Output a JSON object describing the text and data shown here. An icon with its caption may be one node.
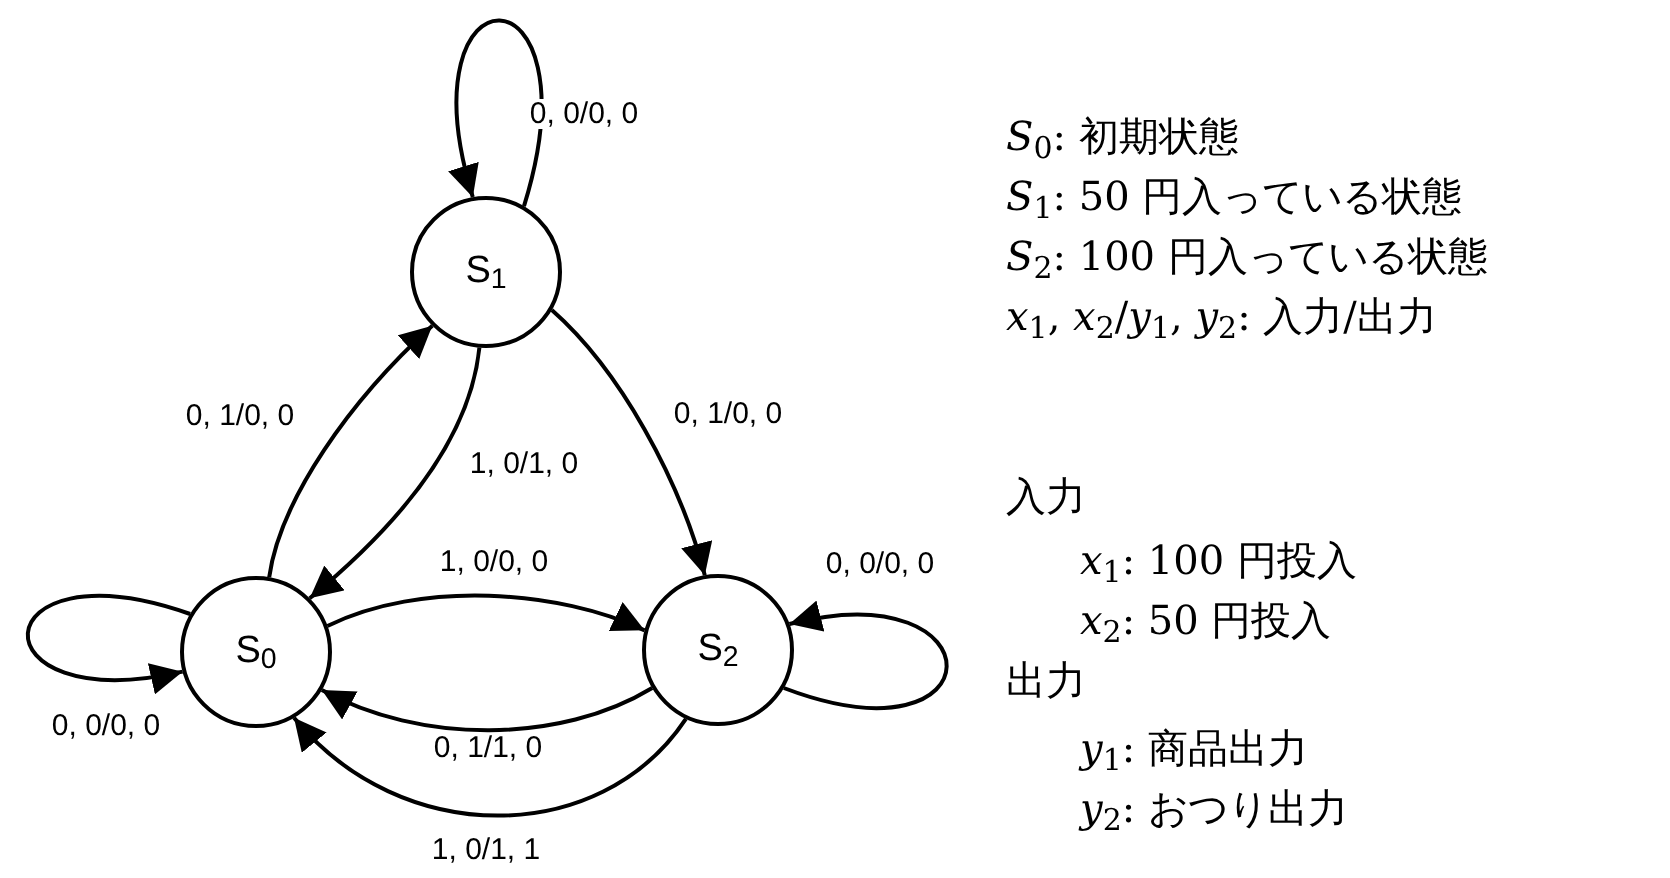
{
  "diagram": {
    "nodes": [
      {
        "text": [
          "S$_{1}$"
        ]
      },
      {
        "text": [
          "S$_{0}$"
        ]
      },
      {
        "text": [
          "S$_{2}$"
        ]
      }
    ],
    "edges": [
      {
        "from": 0,
        "to": 0,
        "arrow": "to",
        "label": "0, 0/0, 0"
      },
      {
        "from": 1,
        "to": 0,
        "arrow": "to",
        "label": "0, 1/0, 0"
      },
      {
        "from": 0,
        "to": 1,
        "arrow": "to",
        "label": "1, 0/1, 0"
      },
      {
        "from": 0,
        "to": 2,
        "arrow": "to",
        "label": "0, 1/0, 0"
      },
      {
        "from": 1,
        "to": 2,
        "arrow": "to",
        "label": "1, 0/0, 0"
      },
      {
        "from": 2,
        "to": 1,
        "arrow": "to",
        "label": "0, 1/1, 0"
      },
      {
        "from": 2,
        "to": 1,
        "arrow": "to",
        "label": "1, 0/1, 1"
      },
      {
        "from": 1,
        "to": 1,
        "arrow": "to",
        "label": "0, 0/0, 0"
      },
      {
        "from": 2,
        "to": 2,
        "arrow": "to",
        "label": "0, 0/0, 0"
      }
    ],
    "labels": [
      "*S*$_{0}$: 初期状態",
      "*S*$_{1}$: 50 円入っている状態",
      "*S*$_{2}$: 100 円入っている状態",
      "*x*$_{1}$, *x*$_{2}$/*y*$_{1}$, *y*$_{2}$: 入力/出力",
      "入力",
      "*x*$_{1}$: 100 円投入",
      "*x*$_{2}$: 50 円投入",
      "出力",
      "*y*$_{1}$: 商品出力",
      "*y*$_{2}$: おつり出力"
    ]
  }
}
